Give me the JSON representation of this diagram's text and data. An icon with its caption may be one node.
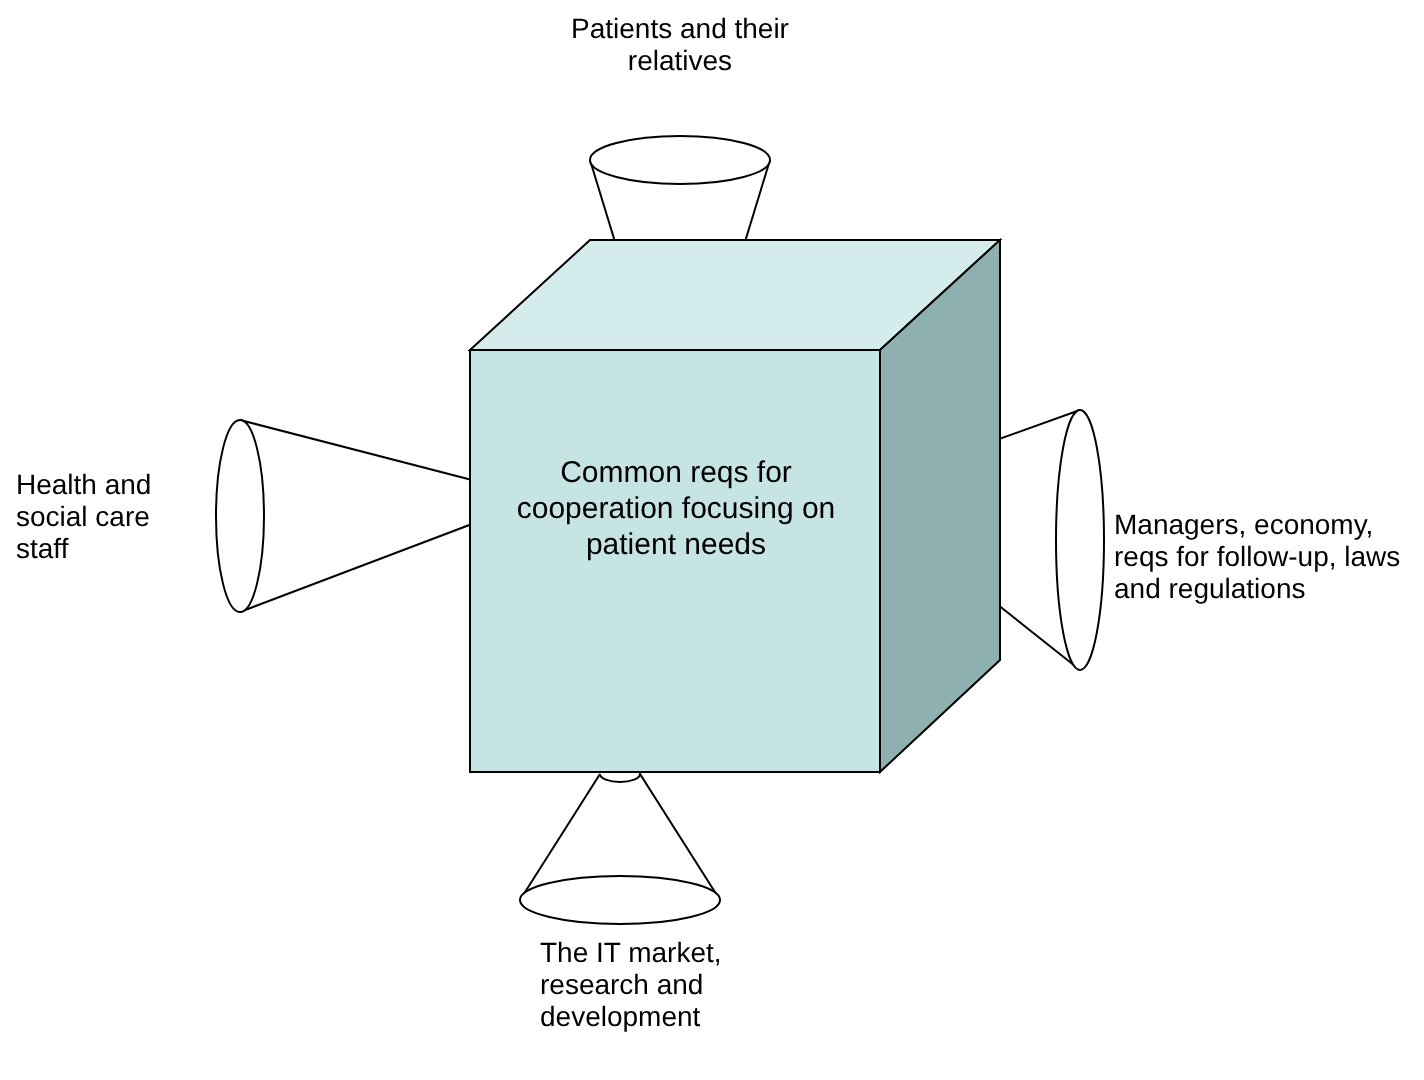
{
  "diagram": {
    "nodes": [
      {
        "text": [
          "Patients and their relatives"
        ]
      },
      {
        "text": [
          "Health and social care staff"
        ]
      },
      {
        "text": [
          "Common reqs for cooperation focusing on patient needs"
        ]
      },
      {
        "text": [
          "Managers, economy, reqs for follow-up, laws and regulations"
        ]
      },
      {
        "text": [
          "The IT market, research and development"
        ]
      }
    ]
  }
}
